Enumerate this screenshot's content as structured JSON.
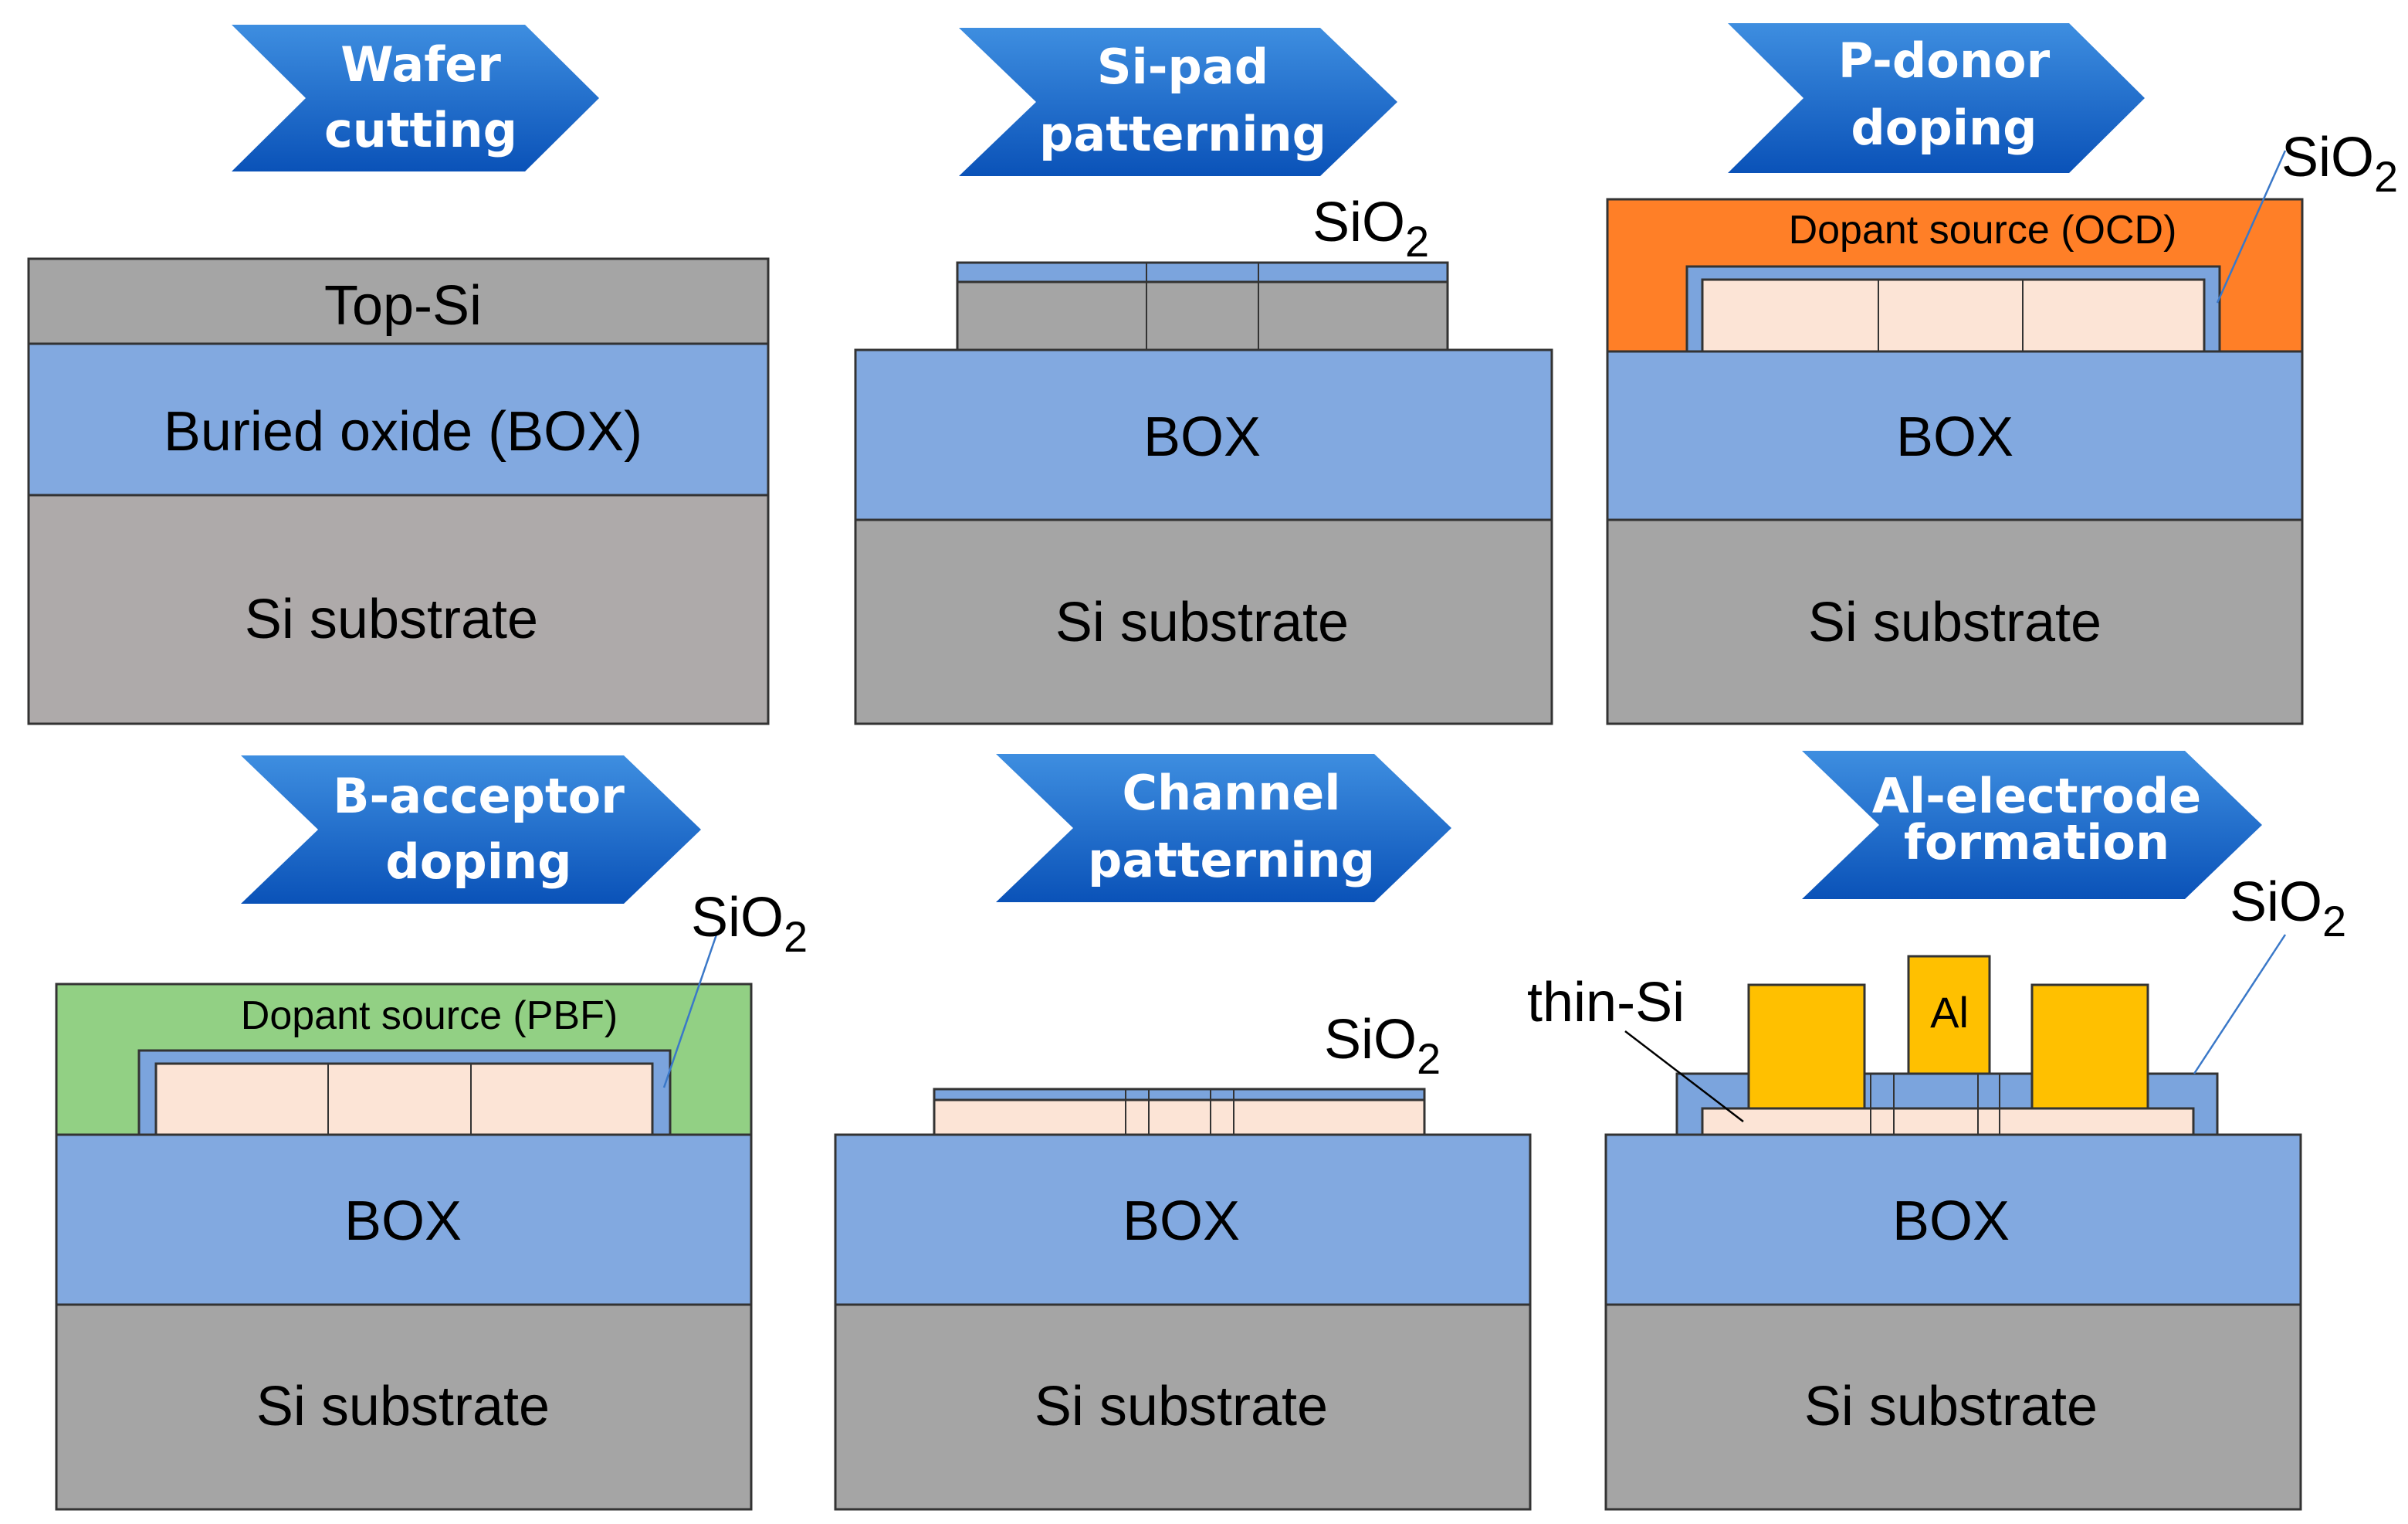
{
  "colors": {
    "box": "#82a9e0",
    "substrate": "#a5a5a5",
    "substrate_first": "#aeaaaa",
    "top_si": "#a5a5a5",
    "sio2": "#7ba4dd",
    "doped_si": "#fce4d6",
    "ocd": "#ff7f27",
    "pbf": "#92d084",
    "al": "#ffc000",
    "arrow_light": "#3e8ee0",
    "arrow_dark": "#0a52b8"
  },
  "steps": [
    {
      "title_line1": "Wafer",
      "title_line2": "cutting"
    },
    {
      "title_line1": "Si-pad",
      "title_line2": "patterning"
    },
    {
      "title_line1": "P-donor",
      "title_line2": "doping"
    },
    {
      "title_line1": "B-acceptor",
      "title_line2": "doping"
    },
    {
      "title_line1": "Channel",
      "title_line2": "patterning"
    },
    {
      "title_line1": "Al-electrode",
      "title_line2": "formation"
    }
  ],
  "labels": {
    "top_si": "Top-Si",
    "buried_oxide": "Buried oxide (BOX)",
    "box": "BOX",
    "si_substrate": "Si substrate",
    "sio2_main": "SiO",
    "sio2_sub": "2",
    "dopant_ocd": "Dopant source (OCD)",
    "dopant_pbf": "Dopant source (PBF)",
    "thin_si": "thin-Si",
    "al": "Al"
  }
}
